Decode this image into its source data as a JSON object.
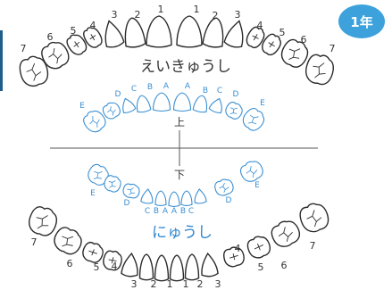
{
  "grade_badge": {
    "text": "1年",
    "color": "#3da2dc"
  },
  "permanent_label": "えいきゅうし",
  "primary_label": "にゅうし",
  "upper_jaw_label": "上",
  "lower_jaw_label": "下",
  "colors": {
    "permanent_teeth": "#2b2b2b",
    "primary_teeth": "#3a8fd3",
    "divider": "#555555",
    "left_bar": "#1f5e8c"
  },
  "upper_permanent_numbers": [
    "7",
    "6",
    "5",
    "4",
    "3",
    "2",
    "1",
    "1",
    "2",
    "3",
    "4",
    "5",
    "6",
    "7"
  ],
  "upper_primary_letters": [
    "E",
    "D",
    "C",
    "B",
    "A",
    "A",
    "B",
    "C",
    "D",
    "E"
  ],
  "lower_primary_letters": [
    "E",
    "D",
    "C",
    "B",
    "A",
    "A",
    "B",
    "C",
    "D",
    "E"
  ],
  "lower_permanent_numbers": [
    "7",
    "6",
    "5",
    "4",
    "3",
    "2",
    "1",
    "1",
    "2",
    "3",
    "4",
    "5",
    "6",
    "7"
  ]
}
